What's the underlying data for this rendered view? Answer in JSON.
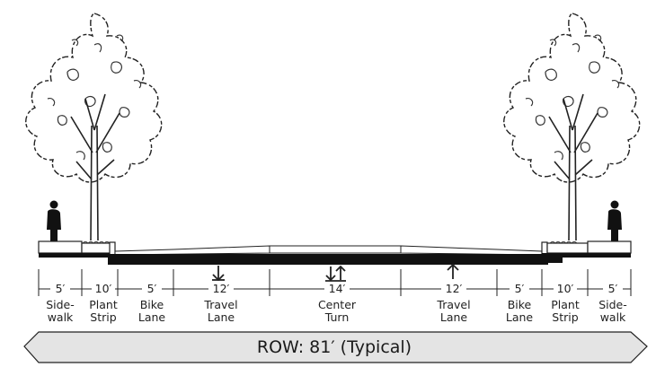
{
  "segments": [
    {
      "width": "5′",
      "line1": "Side-",
      "line2": "walk"
    },
    {
      "width": "10′",
      "line1": "Plant",
      "line2": "Strip"
    },
    {
      "width": "5′",
      "line1": "Bike",
      "line2": "Lane"
    },
    {
      "width": "12′",
      "line1": "Travel",
      "line2": "Lane"
    },
    {
      "width": "14′",
      "line1": "Center",
      "line2": "Turn"
    },
    {
      "width": "12′",
      "line1": "Travel",
      "line2": "Lane"
    },
    {
      "width": "5′",
      "line1": "Bike",
      "line2": "Lane"
    },
    {
      "width": "10′",
      "line1": "Plant",
      "line2": "Strip"
    },
    {
      "width": "5′",
      "line1": "Side-",
      "line2": "walk"
    }
  ],
  "right_of_way": "ROW: 81′ (Typical)",
  "colors": {
    "line": "#111111",
    "band_fill": "#e4e4e4",
    "pavement": "#111111"
  },
  "icons": [
    "tree-icon",
    "pedestrian-icon",
    "arrow-down-icon",
    "arrow-up-icon",
    "two-way-turn-arrow-icon"
  ]
}
